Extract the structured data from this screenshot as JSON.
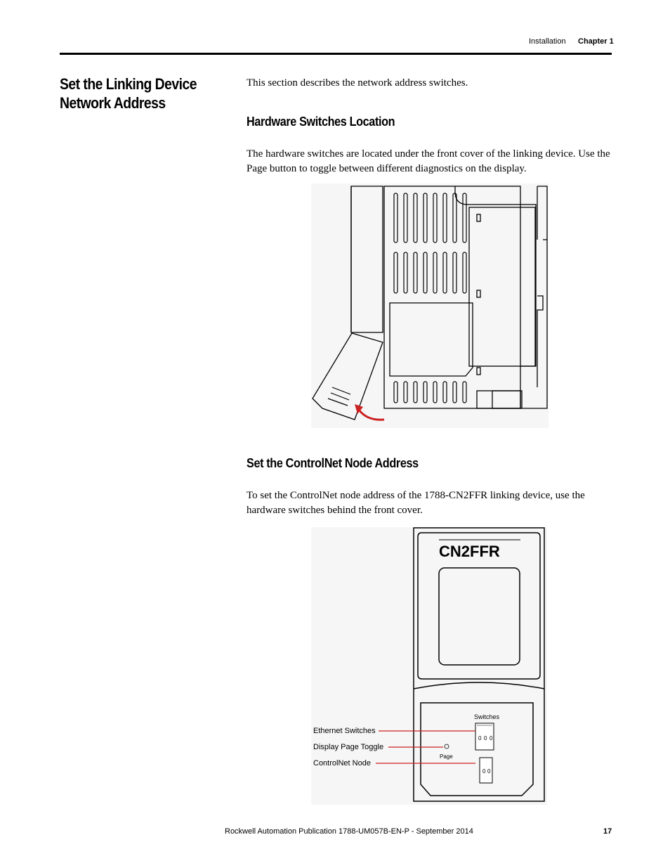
{
  "header": {
    "section": "Installation",
    "chapter": "Chapter 1"
  },
  "title": {
    "line1": "Set the Linking Device",
    "line2": "Network Address"
  },
  "intro": "This section describes the network address switches.",
  "sections": [
    {
      "heading": "Hardware Switches Location",
      "body": "The hardware switches are located under the front cover of the linking device. Use the Page button to toggle between different diagnostics on the display."
    },
    {
      "heading": "Set the ControlNet Node Address",
      "body": "To set the ControlNet node address of the 1788-CN2FFR linking device, use the hardware switches behind the front cover."
    }
  ],
  "figure2": {
    "device_label": "CN2FFR",
    "switches_label": "Switches",
    "page_label": "Page",
    "callouts": {
      "ethernet": "Ethernet Switches",
      "display_page": "Display Page Toggle",
      "controlnet": "ControlNet Node"
    },
    "ethernet_switch_digits": [
      "0",
      "0",
      "0"
    ],
    "controlnet_switch_digits": [
      "0",
      "0"
    ]
  },
  "footer": {
    "publication": "Rockwell Automation Publication 1788-UM057B-EN-P - September 2014",
    "page_number": "17"
  },
  "colors": {
    "callout_line": "#cc2222",
    "arrow": "#cc2222"
  }
}
